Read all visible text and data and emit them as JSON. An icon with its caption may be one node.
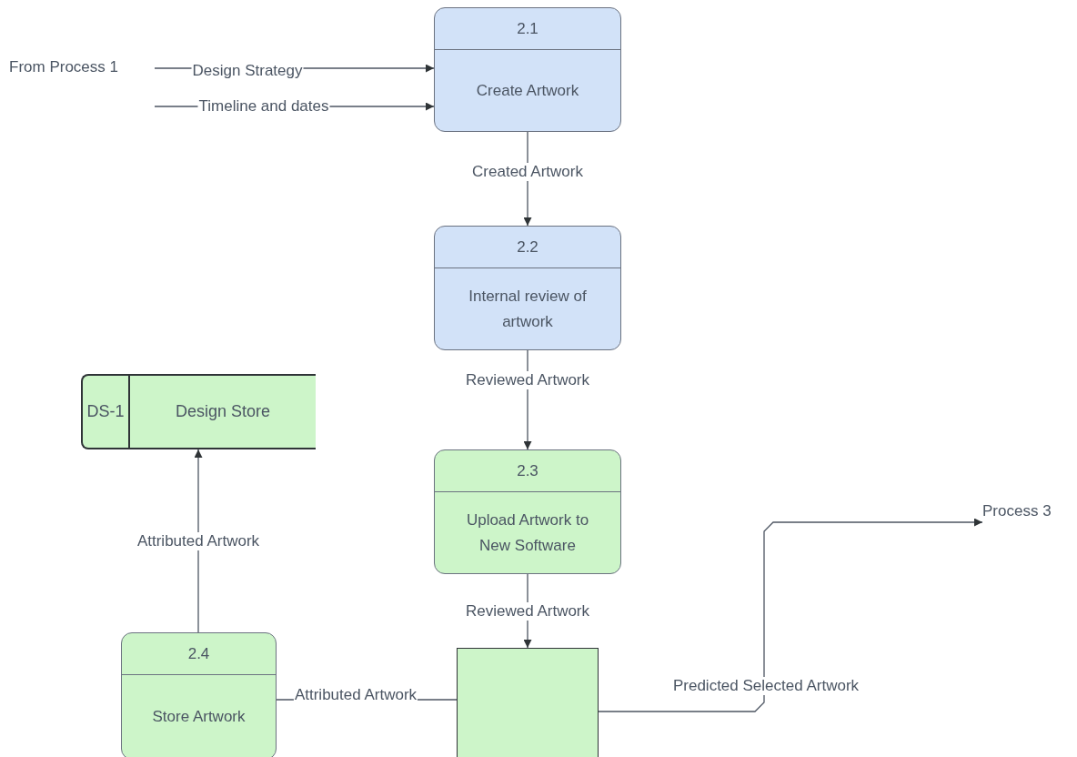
{
  "diagram": {
    "nodes": [
      {
        "text": [
          "From Process 1"
        ]
      },
      {
        "text": [
          "2.1",
          "Create Artwork"
        ]
      },
      {
        "text": [
          "2.2",
          "Internal review of artwork"
        ]
      },
      {
        "text": [
          "2.3",
          "Upload Artwork to New Software"
        ]
      },
      {
        "text": [],
        "shape": "box"
      },
      {
        "text": [
          "2.4",
          "Store Artwork"
        ]
      },
      {
        "text": [
          "DS-1",
          "Design Store"
        ]
      },
      {
        "text": [
          "Process 3"
        ]
      }
    ],
    "edges": [
      {
        "from": 0,
        "to": 1,
        "label": "Design Strategy",
        "arrow": "to"
      },
      {
        "from": 0,
        "to": 1,
        "label": "Timeline and dates",
        "arrow": "to"
      },
      {
        "from": 1,
        "to": 2,
        "label": "Created Artwork",
        "arrow": "to"
      },
      {
        "from": 2,
        "to": 3,
        "label": "Reviewed Artwork",
        "arrow": "to"
      },
      {
        "from": 3,
        "to": 4,
        "label": "Reviewed Artwork",
        "arrow": "to"
      },
      {
        "from": 4,
        "to": 5,
        "label": "Attributed Artwork",
        "arrow": "none"
      },
      {
        "from": 5,
        "to": 6,
        "label": "Attributed Artwork",
        "arrow": "to"
      },
      {
        "from": 4,
        "to": 7,
        "label": "Predicted Selected Artwork",
        "arrow": "to"
      }
    ]
  }
}
